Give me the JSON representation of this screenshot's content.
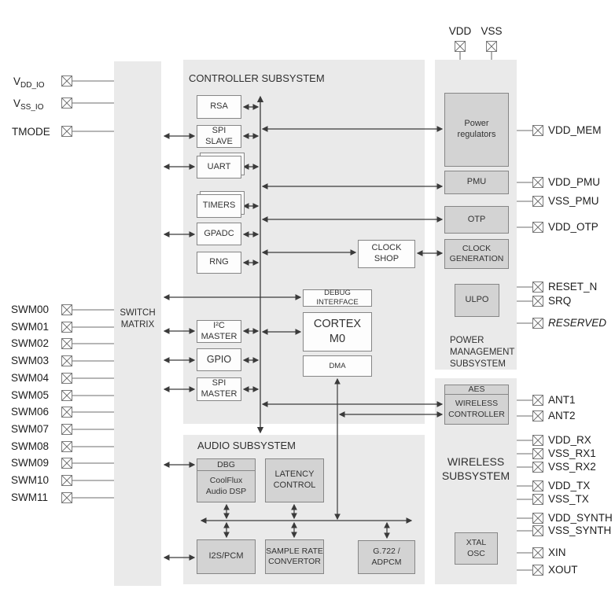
{
  "colors": {
    "block_bg": "#eaeaea",
    "box_white": "#fdfdfd",
    "box_gray": "#d3d3d3",
    "border": "#868686",
    "wire": "#3a3a3a"
  },
  "switch_matrix": {
    "label": "SWITCH\nMATRIX"
  },
  "controller": {
    "title": "CONTROLLER SUBSYSTEM",
    "boxes": {
      "rsa": "RSA",
      "spi_slave": "SPI\nSLAVE",
      "uart": "UART",
      "timers": "TIMERS",
      "gpadc": "GPADC",
      "rng": "RNG",
      "i2c_master": "I²C\nMASTER",
      "gpio": "GPIO",
      "spi_master": "SPI\nMASTER",
      "debug_interface": "DEBUG INTERFACE",
      "cortex": "CORTEX\nM0",
      "dma": "DMA",
      "clock_shop": "CLOCK\nSHOP"
    }
  },
  "audio": {
    "title": "AUDIO SUBSYSTEM",
    "boxes": {
      "dbg": "DBG",
      "coolflux": "CoolFlux\nAudio DSP",
      "latency": "LATENCY\nCONTROL",
      "i2s_pcm": "I2S/PCM",
      "sample_rate": "SAMPLE RATE\nCONVERTOR",
      "g722": "G.722 /\nADPCM"
    }
  },
  "power": {
    "title": "POWER\nMANAGEMENT\nSUBSYSTEM",
    "boxes": {
      "power_regulators": "Power\nregulators",
      "pmu": "PMU",
      "otp": "OTP",
      "clock_generation": "CLOCK\nGENERATION",
      "ulpo": "ULPO"
    }
  },
  "wireless": {
    "title": "WIRELESS\nSUBSYSTEM",
    "boxes": {
      "aes": "AES",
      "wireless_controller": "WIRELESS\nCONTROLLER",
      "xtal_osc": "XTAL\nOSC"
    }
  },
  "pins": {
    "top": [
      "VDD",
      "VSS"
    ],
    "left_io": [
      {
        "main": "V",
        "sub": "DD_IO"
      },
      {
        "main": "V",
        "sub": "SS_IO"
      },
      {
        "label": "TMODE"
      }
    ],
    "left_swm": [
      "SWM00",
      "SWM01",
      "SWM02",
      "SWM03",
      "SWM04",
      "SWM05",
      "SWM06",
      "SWM07",
      "SWM08",
      "SWM09",
      "SWM10",
      "SWM11"
    ],
    "right_power": [
      "VDD_MEM",
      "VDD_PMU",
      "VSS_PMU",
      "VDD_OTP",
      "RESET_N",
      "SRQ",
      "RESERVED"
    ],
    "right_wireless": [
      "ANT1",
      "ANT2",
      "VDD_RX",
      "VSS_RX1",
      "VSS_RX2",
      "VDD_TX",
      "VSS_TX",
      "VDD_SYNTH",
      "VSS_SYNTH",
      "XIN",
      "XOUT"
    ]
  }
}
